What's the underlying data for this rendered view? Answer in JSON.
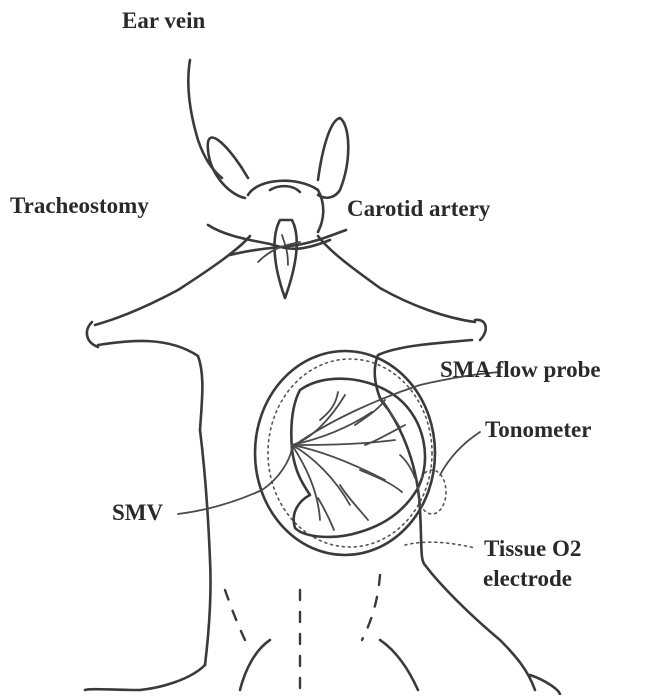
{
  "figure": {
    "labels": {
      "ear_vein": "Ear vein",
      "tracheostomy": "Tracheostomy",
      "carotid_artery": "Carotid artery",
      "sma_flow_probe": "SMA flow probe",
      "tonometer": "Tonometer",
      "smv": "SMV",
      "tissue_o2_line1": "Tissue O2",
      "tissue_o2_line2": "electrode"
    },
    "colors": {
      "ink": "#3a3a3a",
      "background": "#ffffff"
    }
  }
}
